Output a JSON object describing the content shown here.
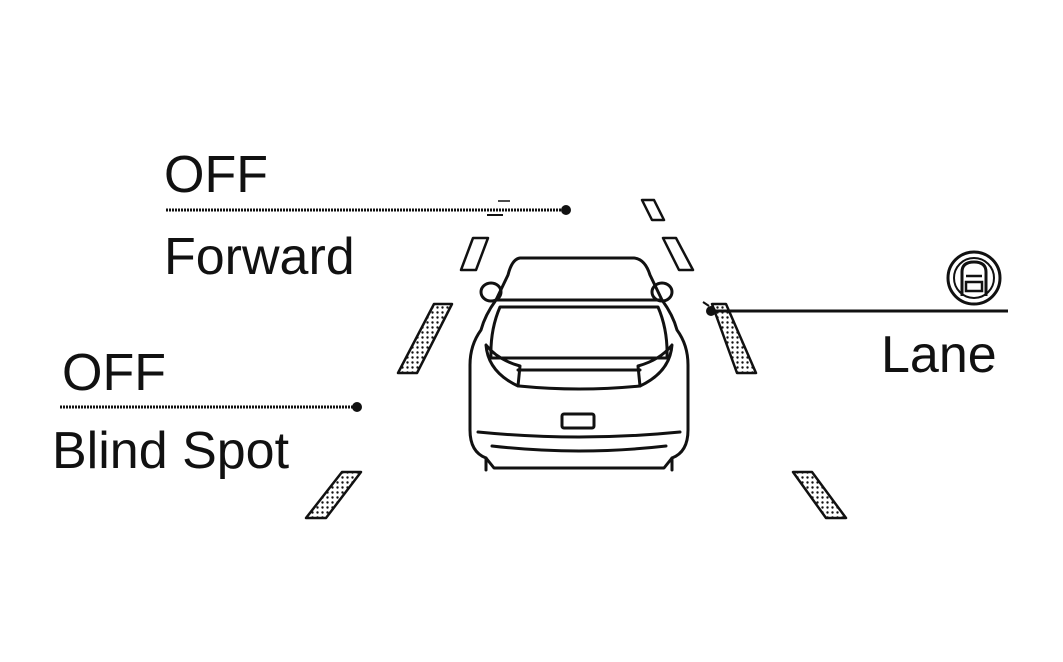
{
  "labels": {
    "forward_status": "OFF",
    "forward_name": "Forward",
    "blind_spot_status": "OFF",
    "blind_spot_name": "Blind Spot",
    "lane_name": "Lane"
  },
  "icons": {
    "lane_indicator": "lane-assist-icon",
    "vehicle": "car-rear-view-icon",
    "lane_markings": "dashed-lane-marking"
  },
  "colors": {
    "ink": "#111111",
    "background": "#ffffff"
  }
}
